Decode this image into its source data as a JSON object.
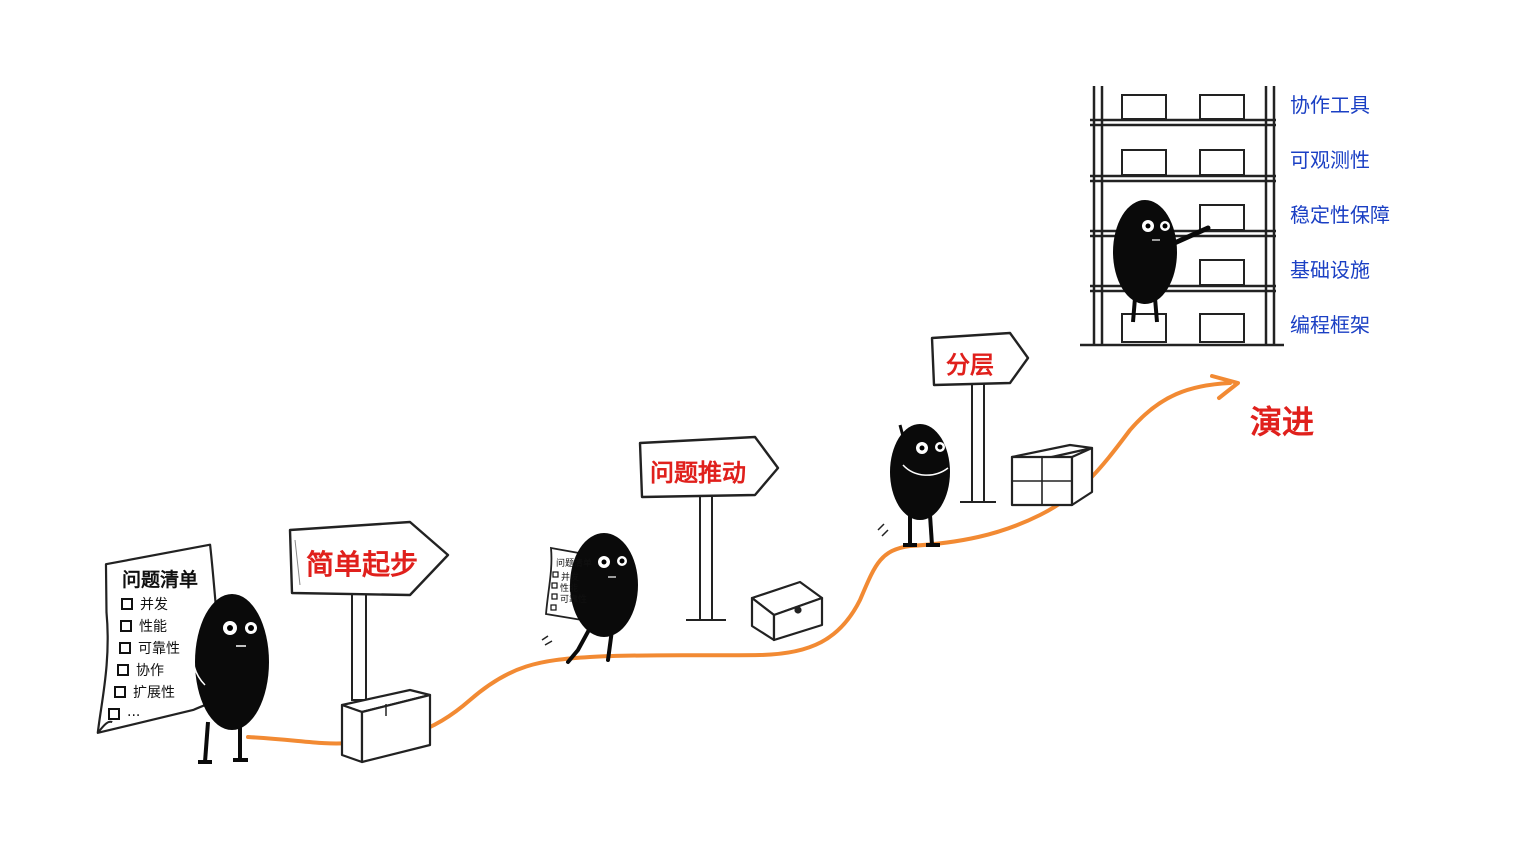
{
  "signs": {
    "start": "简单起步",
    "problem": "问题推动",
    "layer": "分层"
  },
  "checklist": {
    "title": "问题清单",
    "items": [
      "并发",
      "性能",
      "可靠性",
      "协作",
      "扩展性",
      "..."
    ]
  },
  "mini_checklist": {
    "title": "问题清单",
    "items": [
      "并发",
      "性能",
      "可靠性"
    ]
  },
  "shelf": {
    "labels": [
      "协作工具",
      "可观测性",
      "稳定性保障",
      "基础设施",
      "编程框架"
    ]
  },
  "arrow_label": "演进",
  "colors": {
    "path": "#f28a33",
    "sign_text": "#e0201c",
    "shelf_text": "#1a3fc4",
    "figure": "#0a0a0a"
  }
}
